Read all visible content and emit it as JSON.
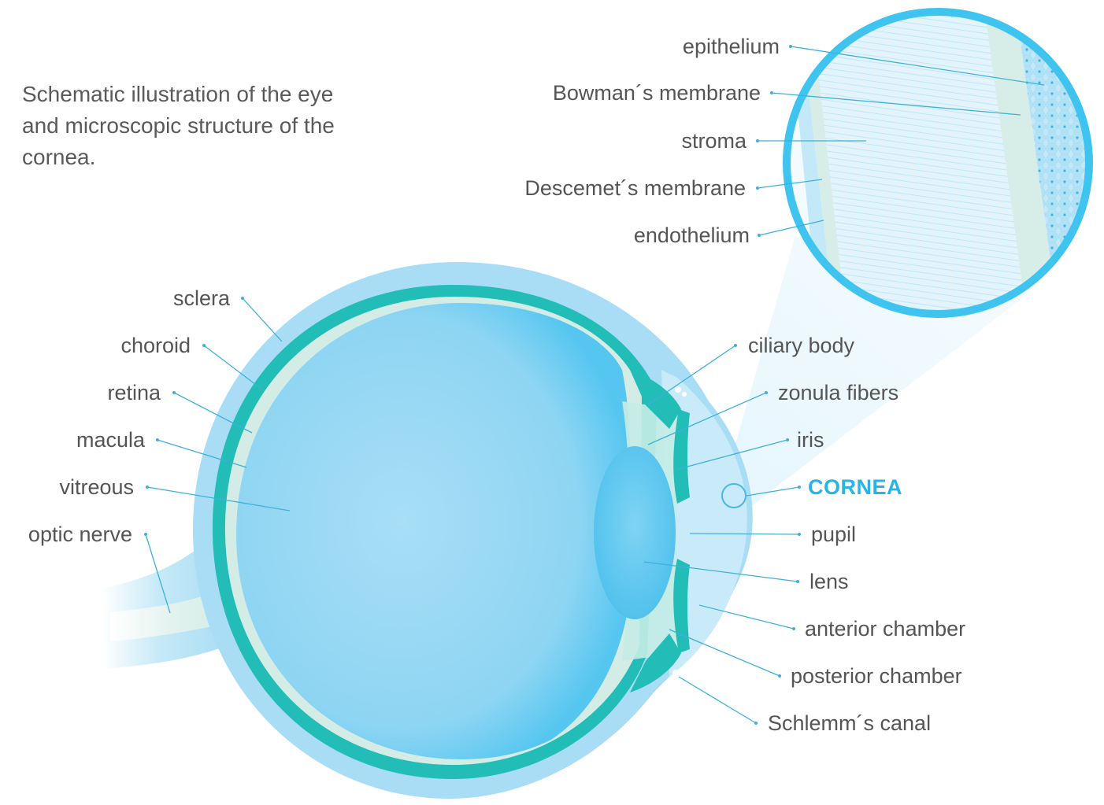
{
  "caption": "Schematic illustration of the eye and microscopic structure of the cornea.",
  "colors": {
    "sclera": "#a9ddf5",
    "choroid": "#22bdb6",
    "retina": "#d3ece6",
    "vitreous": "#8fd6f3",
    "accent": "#29b4e8",
    "leader": "#3fb0d8"
  },
  "labels": {
    "epithelium": "epithelium",
    "bowman": "Bowman´s membrane",
    "stroma": "stroma",
    "descemet": "Descemet´s membrane",
    "endothelium": "endothelium",
    "sclera": "sclera",
    "choroid": "choroid",
    "retina": "retina",
    "macula": "macula",
    "vitreous": "vitreous",
    "optic_nerve": "optic nerve",
    "ciliary_body": "ciliary body",
    "zonula_fibers": "zonula fibers",
    "iris": "iris",
    "cornea": "CORNEA",
    "pupil": "pupil",
    "lens": "lens",
    "anterior_chamber": "anterior chamber",
    "posterior_chamber": "posterior chamber",
    "schlemm": "Schlemm´s canal"
  }
}
